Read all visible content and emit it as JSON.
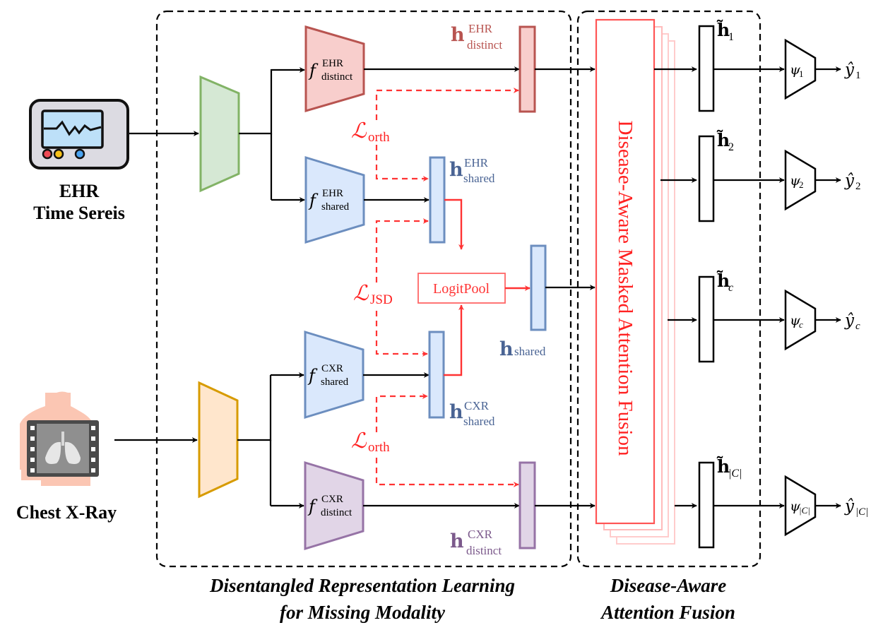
{
  "inputs": {
    "ehr": {
      "label_line1": "EHR",
      "label_line2": "Time Sereis",
      "icon": "ehr-monitor-icon"
    },
    "cxr": {
      "label": "Chest X-Ray",
      "icon": "chest-xray-icon"
    }
  },
  "encoders": {
    "ehr_distinct": {
      "base": "f",
      "sup": "EHR",
      "sub": "distinct"
    },
    "ehr_shared": {
      "base": "f",
      "sup": "EHR",
      "sub": "shared"
    },
    "cxr_shared": {
      "base": "f",
      "sup": "CXR",
      "sub": "shared"
    },
    "cxr_distinct": {
      "base": "f",
      "sup": "CXR",
      "sub": "distinct"
    }
  },
  "representations": {
    "h_ehr_distinct": {
      "base": "h",
      "sup": "EHR",
      "sub": "distinct"
    },
    "h_ehr_shared": {
      "base": "h",
      "sup": "EHR",
      "sub": "shared"
    },
    "h_cxr_shared": {
      "base": "h",
      "sup": "CXR",
      "sub": "shared"
    },
    "h_cxr_distinct": {
      "base": "h",
      "sup": "CXR",
      "sub": "distinct"
    },
    "h_shared": {
      "base": "h",
      "sub": "shared"
    }
  },
  "losses": {
    "orth_top": {
      "base": "ℒ",
      "sub": "orth"
    },
    "jsd": {
      "base": "ℒ",
      "sub": "JSD"
    },
    "orth_bottom": {
      "base": "ℒ",
      "sub": "orth"
    }
  },
  "logitpool": {
    "label": "LogitPool"
  },
  "fusion": {
    "label": "Disease-Aware Masked Attention Fusion"
  },
  "outputs": [
    {
      "h_base": "h̃",
      "h_sub": "1",
      "psi": "ψ",
      "psi_sub": "1",
      "y": "ŷ",
      "y_sub": "1"
    },
    {
      "h_base": "h̃",
      "h_sub": "2",
      "psi": "ψ",
      "psi_sub": "2",
      "y": "ŷ",
      "y_sub": "2"
    },
    {
      "h_base": "h̃",
      "h_sub": "c",
      "psi": "ψ",
      "psi_sub": "c",
      "y": "ŷ",
      "y_sub": "c"
    },
    {
      "h_base": "h̃",
      "h_sub": "|C|",
      "psi": "ψ",
      "psi_sub": "|C|",
      "y": "ŷ",
      "y_sub": "|C|"
    }
  ],
  "captions": {
    "left_line1": "Disentangled Representation Learning",
    "left_line2": "for Missing Modality",
    "right_line1": "Disease-Aware",
    "right_line2": "Attention Fusion"
  },
  "colors": {
    "red_accent": "#ff3333",
    "ehr_distinct_fill": "#f8cecc",
    "ehr_distinct_stroke": "#b85450",
    "shared_fill": "#dae8fc",
    "shared_stroke": "#6c8ebf",
    "cxr_distinct_fill": "#e1d5e7",
    "cxr_distinct_stroke": "#9673a6",
    "ehr_encoder_fill": "#d5e8d4",
    "ehr_encoder_stroke": "#82b366",
    "cxr_encoder_fill": "#ffe6cc",
    "cxr_encoder_stroke": "#d79b00"
  }
}
